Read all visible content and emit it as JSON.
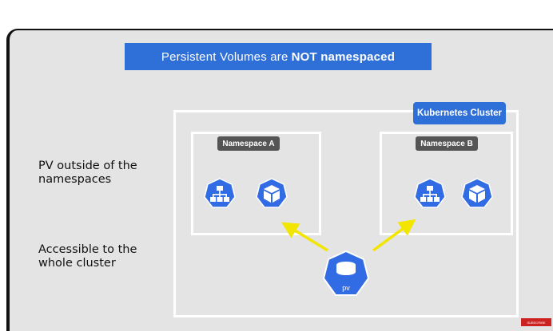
{
  "title": {
    "prefix": "Persistent Volumes are",
    "emphasis": "NOT namespaced"
  },
  "side_notes": {
    "note1_line1": "PV outside of the",
    "note1_line2": "namespaces",
    "note2_line1": "Accessible to the",
    "note2_line2": "whole cluster"
  },
  "cluster": {
    "label": "Kubernetes Cluster"
  },
  "namespaces": [
    {
      "label": "Namespace A",
      "icons": [
        "service-icon",
        "pod-icon"
      ]
    },
    {
      "label": "Namespace B",
      "icons": [
        "service-icon",
        "pod-icon"
      ]
    }
  ],
  "pv": {
    "label": "pv",
    "icon": "persistent-volume-icon"
  },
  "subscribe_badge": {
    "label": "SUBSCRIBE"
  },
  "colors": {
    "k8s_blue": "#326ce5",
    "banner_blue": "#2f6fd8",
    "arrow_yellow": "#f2e500",
    "namespace_label_gray": "#555555",
    "background": "#e4e4e4"
  }
}
